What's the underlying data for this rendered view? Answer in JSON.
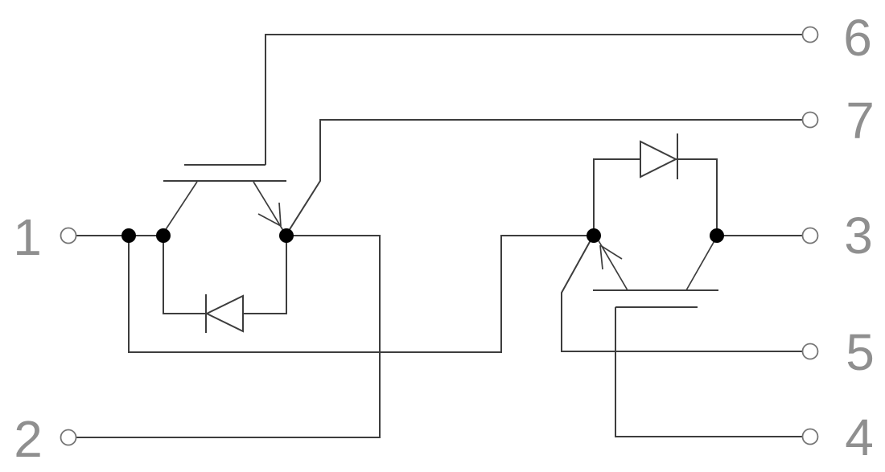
{
  "diagram": {
    "terminals": [
      {
        "pin": "1"
      },
      {
        "pin": "2"
      },
      {
        "pin": "3"
      },
      {
        "pin": "4"
      },
      {
        "pin": "5"
      },
      {
        "pin": "6"
      },
      {
        "pin": "7"
      }
    ],
    "components": {
      "igbt_left": "igbt-symbol",
      "igbt_right": "igbt-symbol-inverted",
      "diode_left": "freewheeling-diode-symbol",
      "diode_right": "freewheeling-diode-symbol"
    },
    "colors": {
      "background": "#ffffff",
      "wire": "#3d3d3d",
      "terminal_ring": "#757575",
      "junction_dot": "#000000",
      "pin_label": "#8f8f8f"
    }
  }
}
